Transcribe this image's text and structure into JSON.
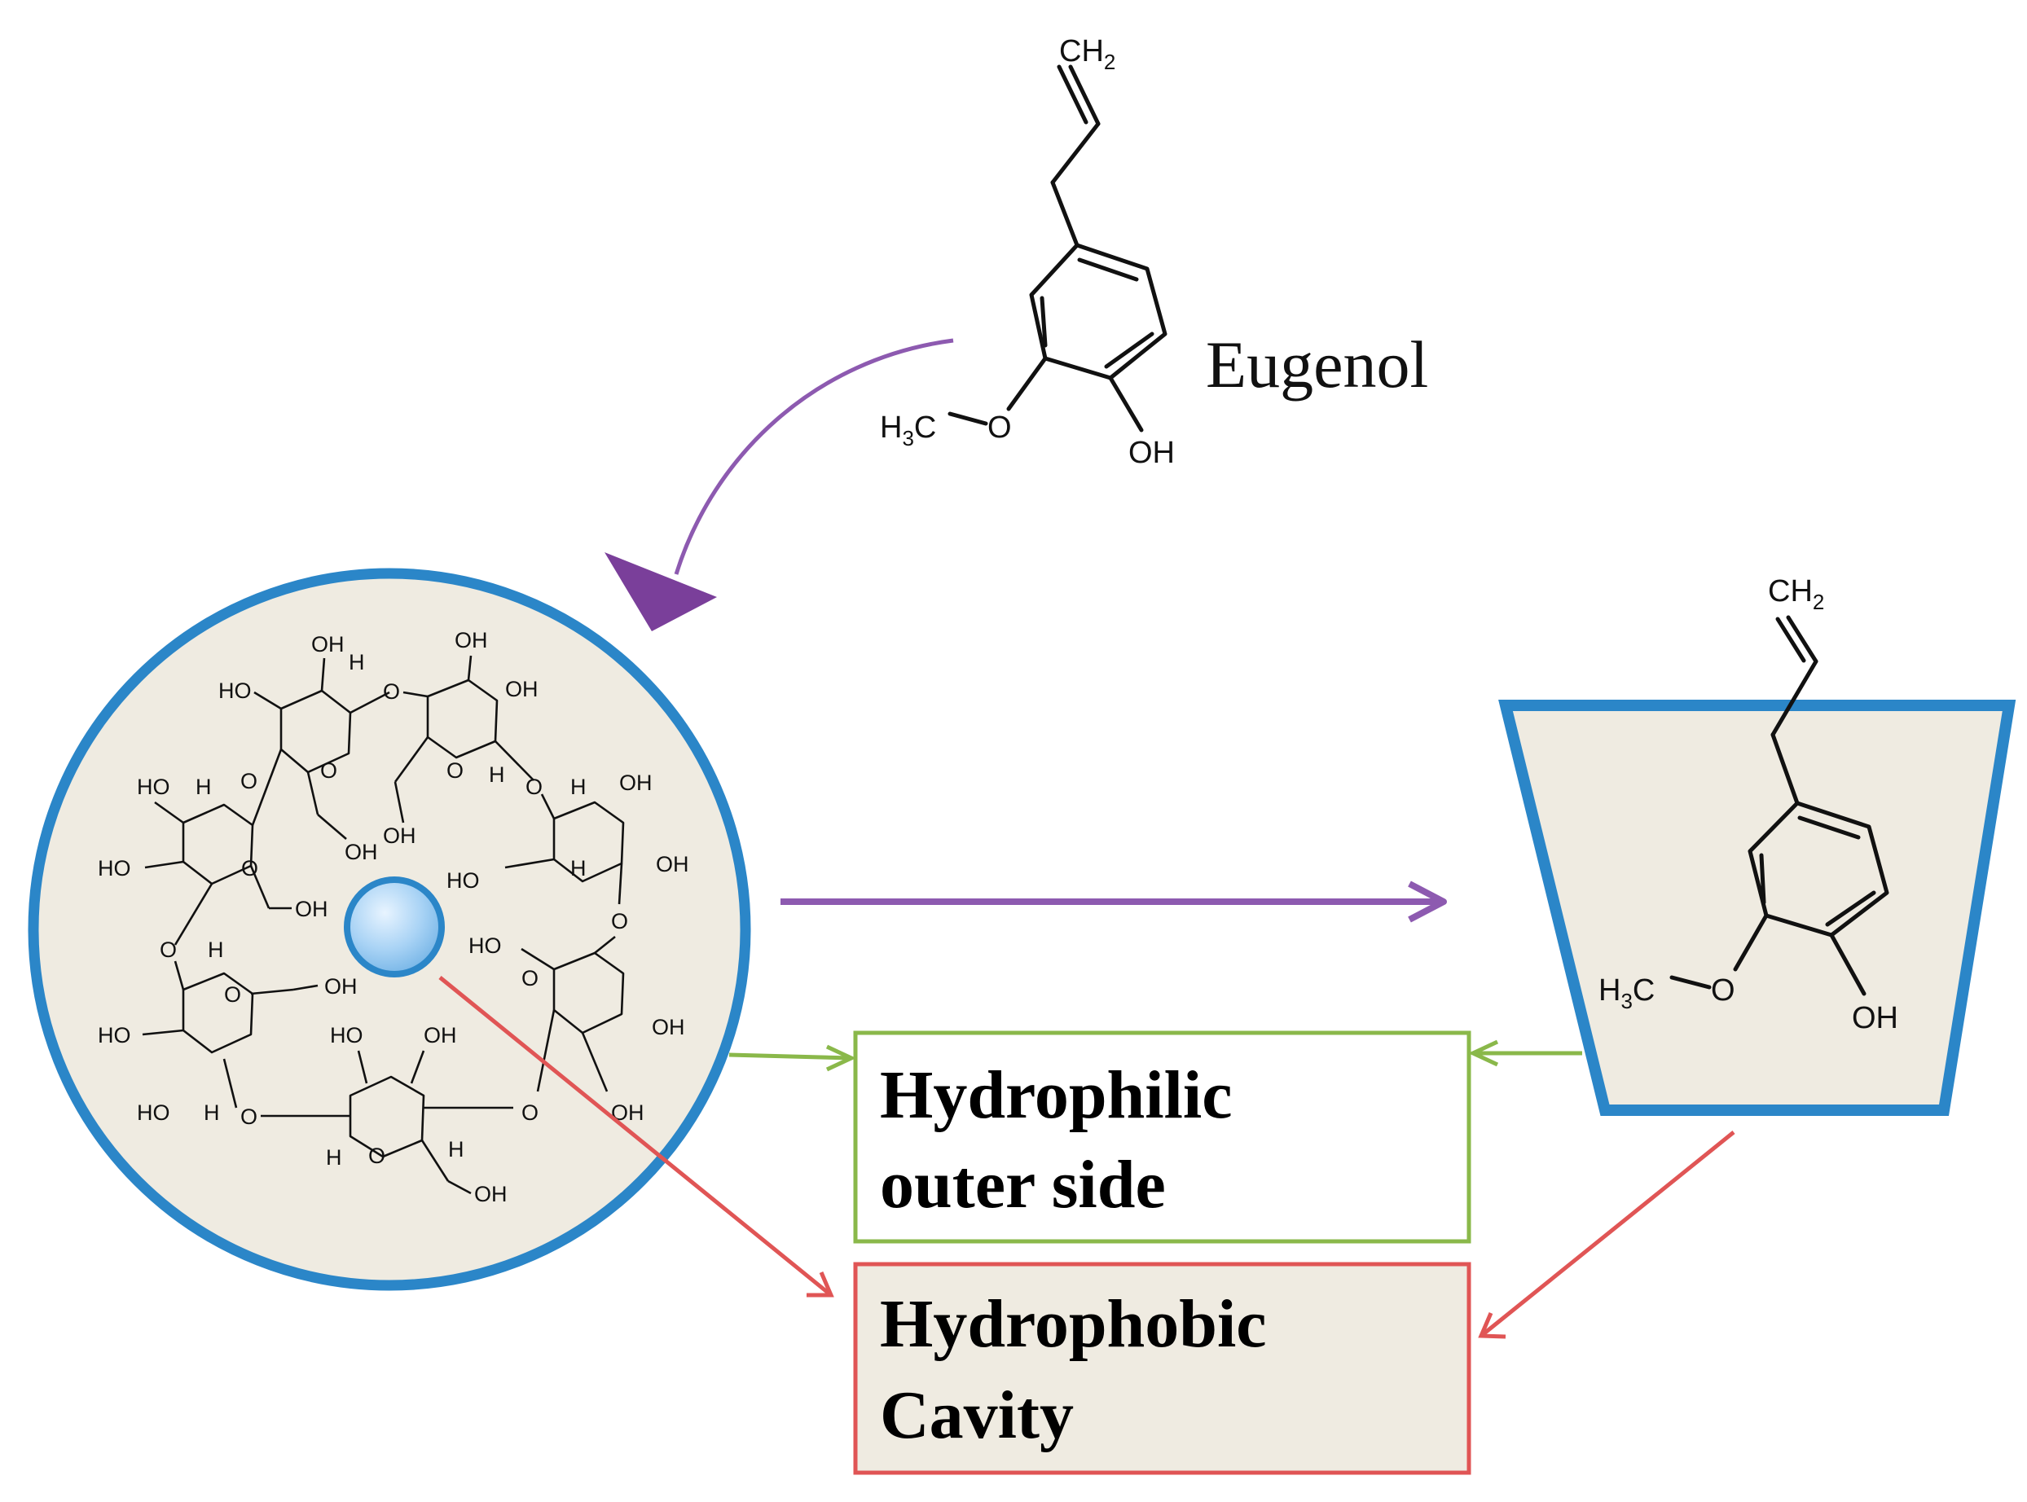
{
  "eugenol": {
    "name": "Eugenol",
    "atoms": {
      "ch2": "CH",
      "ch2_sub": "2",
      "h3c_h": "H",
      "h3c_sub": "3",
      "h3c_c": "C",
      "o": "O",
      "oh": "OH"
    }
  },
  "cyclodextrin": {
    "oh_label": "OH",
    "ho_label": "HO",
    "h_label": "H",
    "o_label": "O"
  },
  "boxes": {
    "hydrophilic": {
      "line1": "Hydrophilic",
      "line2": "outer side"
    },
    "hydrophobic": {
      "line1": "Hydrophobic",
      "line2": "Cavity"
    }
  },
  "colors": {
    "circle_outline": "#2b86c8",
    "panel_fill": "#efebe1",
    "purple_arrow": "#8d5ab0",
    "green_arrow": "#8ab84a",
    "red_arrow": "#e05555",
    "cavity_ball": "#a9d3f5"
  }
}
